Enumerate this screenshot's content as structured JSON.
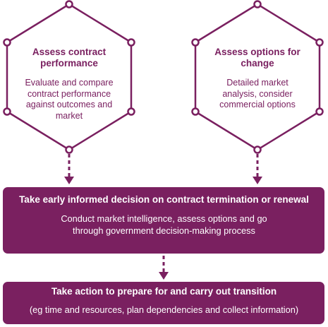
{
  "colors": {
    "accent": "#7a2060",
    "box_fill": "#7a2060",
    "text_on_box": "#ffffff"
  },
  "hex_left": {
    "title": "Assess contract performance",
    "body": "Evaluate and compare contract performance against outcomes and market"
  },
  "hex_right": {
    "title": "Assess options for change",
    "body": "Detailed market analysis, consider commercial options"
  },
  "box_decision": {
    "title": "Take early informed decision on contract termination or renewal",
    "body": "Conduct market intelligence, assess options and go through government decision-making process"
  },
  "box_action": {
    "title": "Take action to prepare for and carry out transition",
    "body": "(eg time and resources, plan dependencies and collect information)"
  }
}
